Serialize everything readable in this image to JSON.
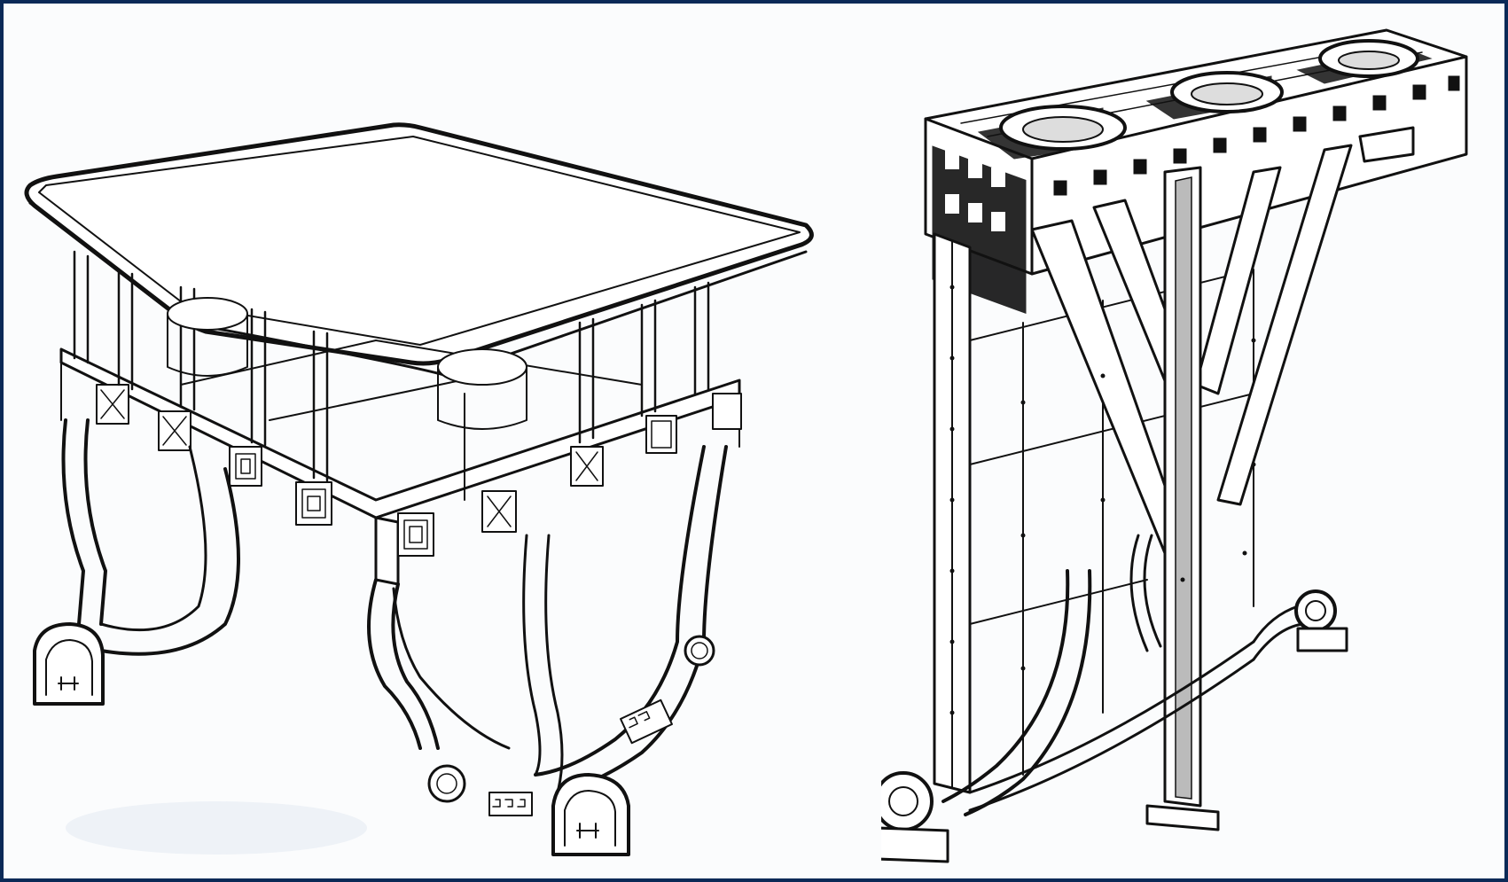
{
  "colors": {
    "frame_border": "#0b2a57",
    "paper": "#fbfcfd",
    "ink": "#111111"
  },
  "figures": [
    {
      "name": "table-drawing",
      "icon": "ornate-table-illustration"
    },
    {
      "name": "stand-drawing",
      "icon": "braced-stand-illustration"
    }
  ]
}
